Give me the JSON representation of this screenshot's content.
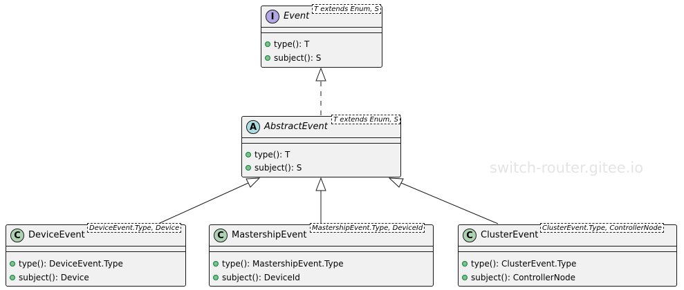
{
  "watermark": "switch-router.gitee.io",
  "classes": {
    "event": {
      "kind_letter": "I",
      "kind_color": "#b4a7e5",
      "name": "Event",
      "generic": "T extends Enum, S",
      "methods": [
        "type(): T",
        "subject(): S"
      ]
    },
    "abstract_event": {
      "kind_letter": "A",
      "kind_color": "#a9dcdf",
      "name": "AbstractEvent",
      "generic": "T extends Enum, S",
      "methods": [
        "type(): T",
        "subject(): S"
      ]
    },
    "device_event": {
      "kind_letter": "C",
      "kind_color": "#add1b2",
      "name": "DeviceEvent",
      "generic": "DeviceEvent.Type, Device",
      "methods": [
        "type(): DeviceEvent.Type",
        "subject(): Device"
      ]
    },
    "mastership_event": {
      "kind_letter": "C",
      "kind_color": "#add1b2",
      "name": "MastershipEvent",
      "generic": "MastershipEvent.Type, DeviceId",
      "methods": [
        "type(): MastershipEvent.Type",
        "subject(): DeviceId"
      ]
    },
    "cluster_event": {
      "kind_letter": "C",
      "kind_color": "#add1b2",
      "name": "ClusterEvent",
      "generic": "ClusterEvent.Type, ControllerNode",
      "methods": [
        "type(): ClusterEvent.Type",
        "subject(): ControllerNode"
      ]
    }
  },
  "colors": {
    "box_fill": "#f1f1f1",
    "border": "#181818",
    "visibility_dot": "#84be84"
  }
}
